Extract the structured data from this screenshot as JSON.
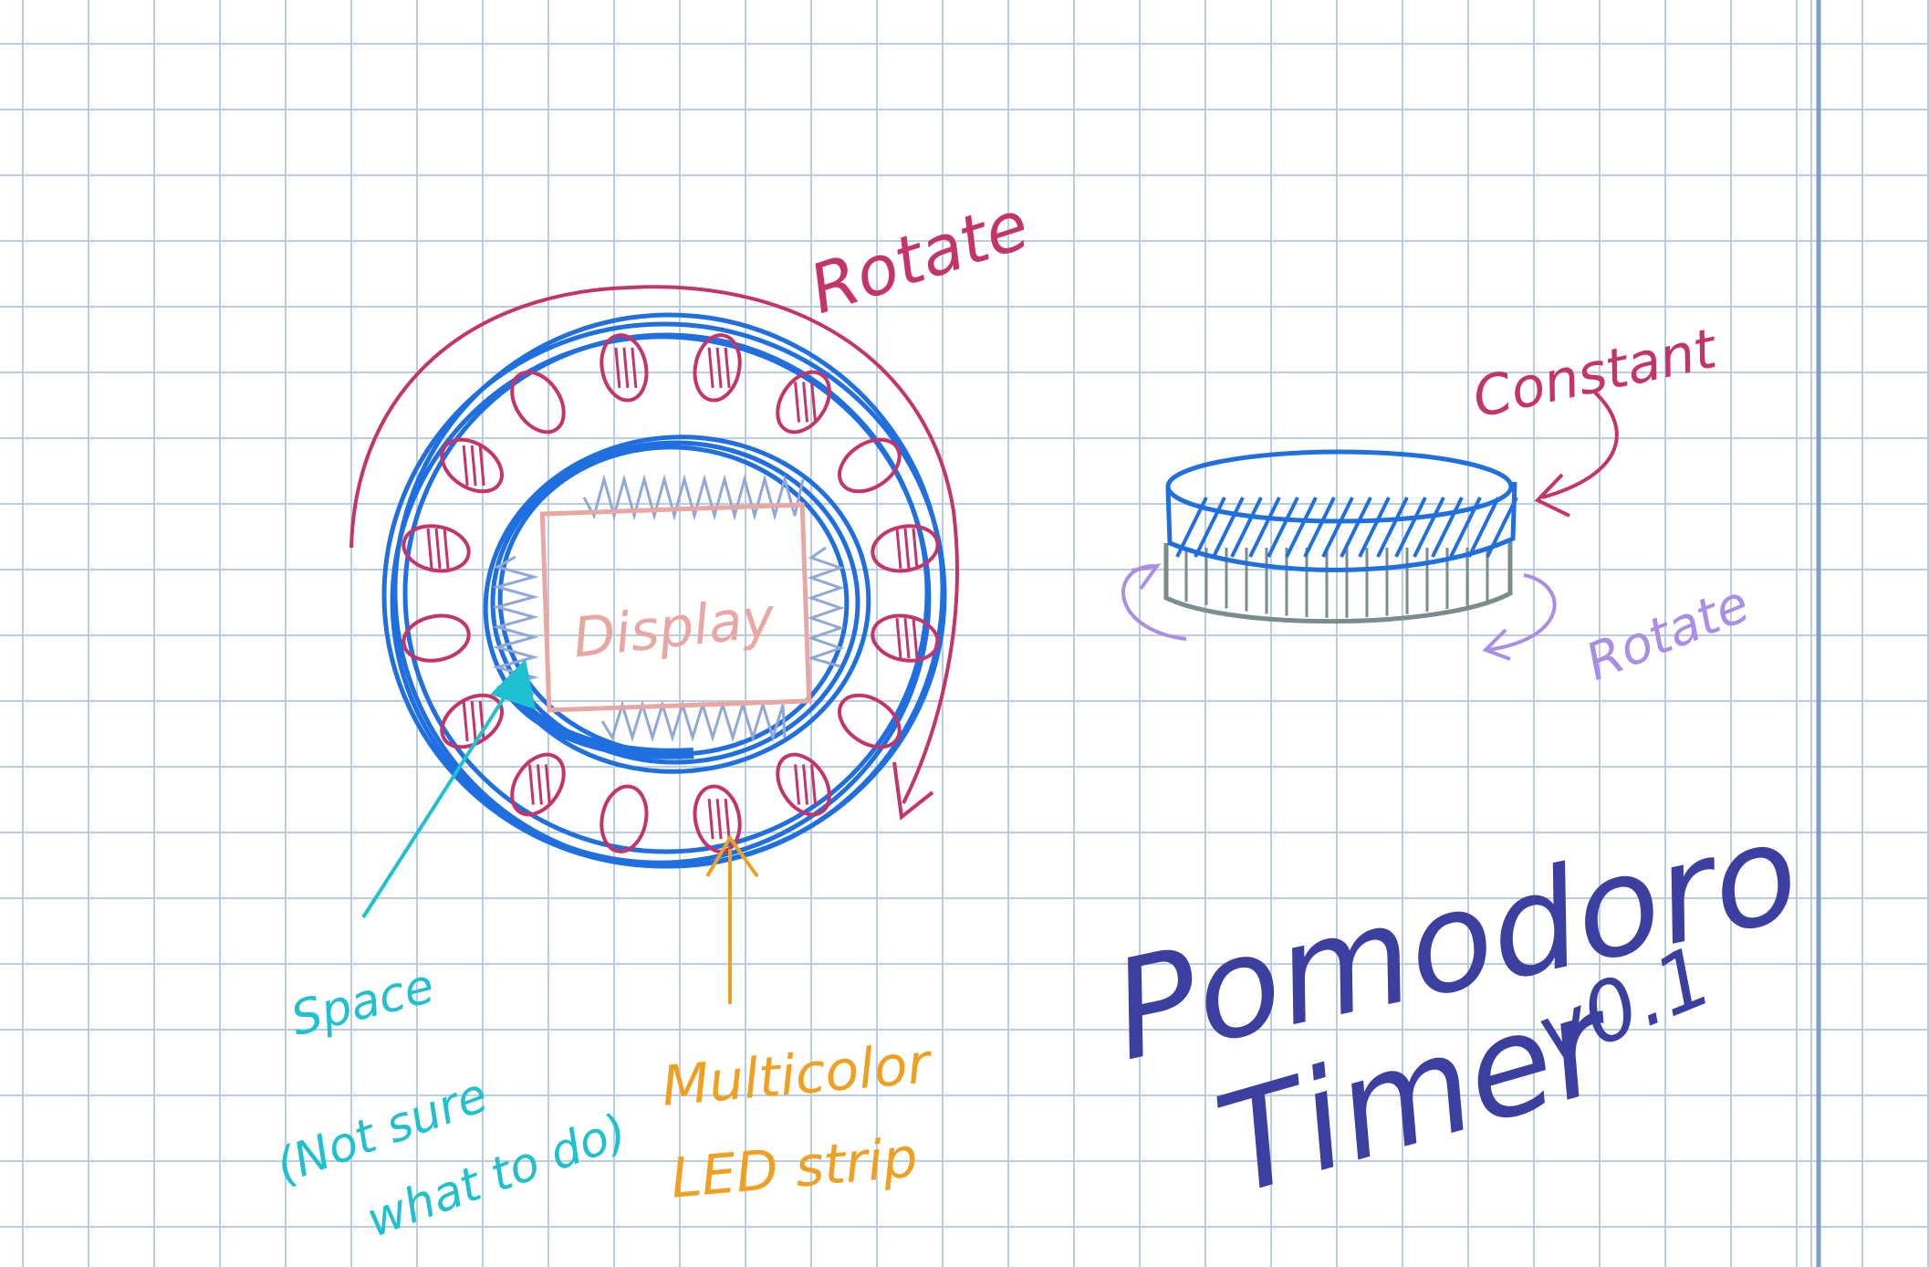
{
  "colors": {
    "grid": "#b9cddf",
    "margin_line": "#7f9fc7",
    "ring_blue": "#1f6fe0",
    "led_red": "#c4346a",
    "display_pink": "#e8a7a2",
    "hatch_light_blue": "#8fa8d8",
    "space_cyan": "#1fc0d0",
    "led_orange": "#f0a020",
    "side_rotate_purple": "#a98ee8",
    "base_gray": "#7a8c8c",
    "title_navy": "#3b3fa0"
  },
  "labels": {
    "rotate_top": "Rotate",
    "display": "Display",
    "space_line1": "Space",
    "space_line2": "(Not sure",
    "space_line3": "what to do)",
    "led_line1": "Multicolor",
    "led_line2": "LED strip",
    "constant": "Constant",
    "rotate_side": "Rotate",
    "title_line1": "Pomodoro",
    "title_line2": "Timer",
    "version": "v0.1"
  },
  "led_count": 16
}
